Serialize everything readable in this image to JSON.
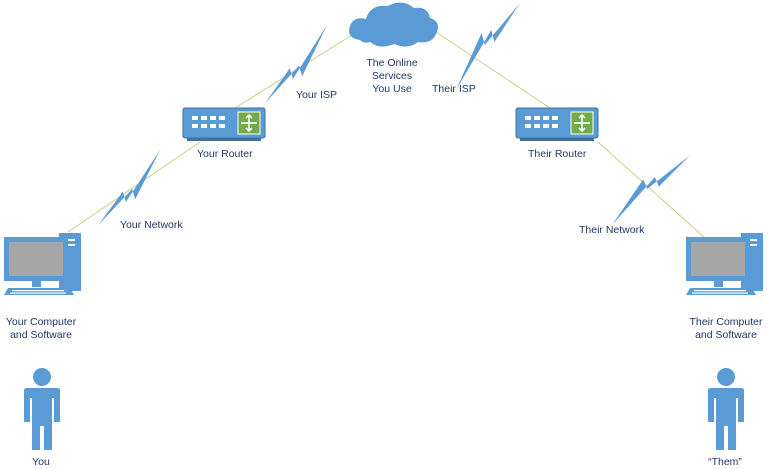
{
  "labels": {
    "cloud": [
      "The Online",
      "Services",
      "You Use"
    ],
    "your_isp": "Your ISP",
    "their_isp": "Their ISP",
    "your_router": "Your Router",
    "their_router": "Their Router",
    "your_network": "Your Network",
    "their_network": "Their Network",
    "your_computer": [
      "Your Computer",
      "and Software"
    ],
    "their_computer": [
      "Their Computer",
      "and Software"
    ],
    "you": "You",
    "them": "“Them”"
  },
  "icons": {
    "cloud": "cloud-icon",
    "router": "router-icon",
    "computer": "computer-icon",
    "person": "person-icon",
    "wireless": "wireless-bolt-icon"
  },
  "colors": {
    "device_blue": "#5b9bd5",
    "device_dark": "#41719c",
    "router_port_green": "#70ad47",
    "screen_gray": "#a6a6a6",
    "link_line": "#c9cf8a",
    "label_text": "#1f3864"
  }
}
